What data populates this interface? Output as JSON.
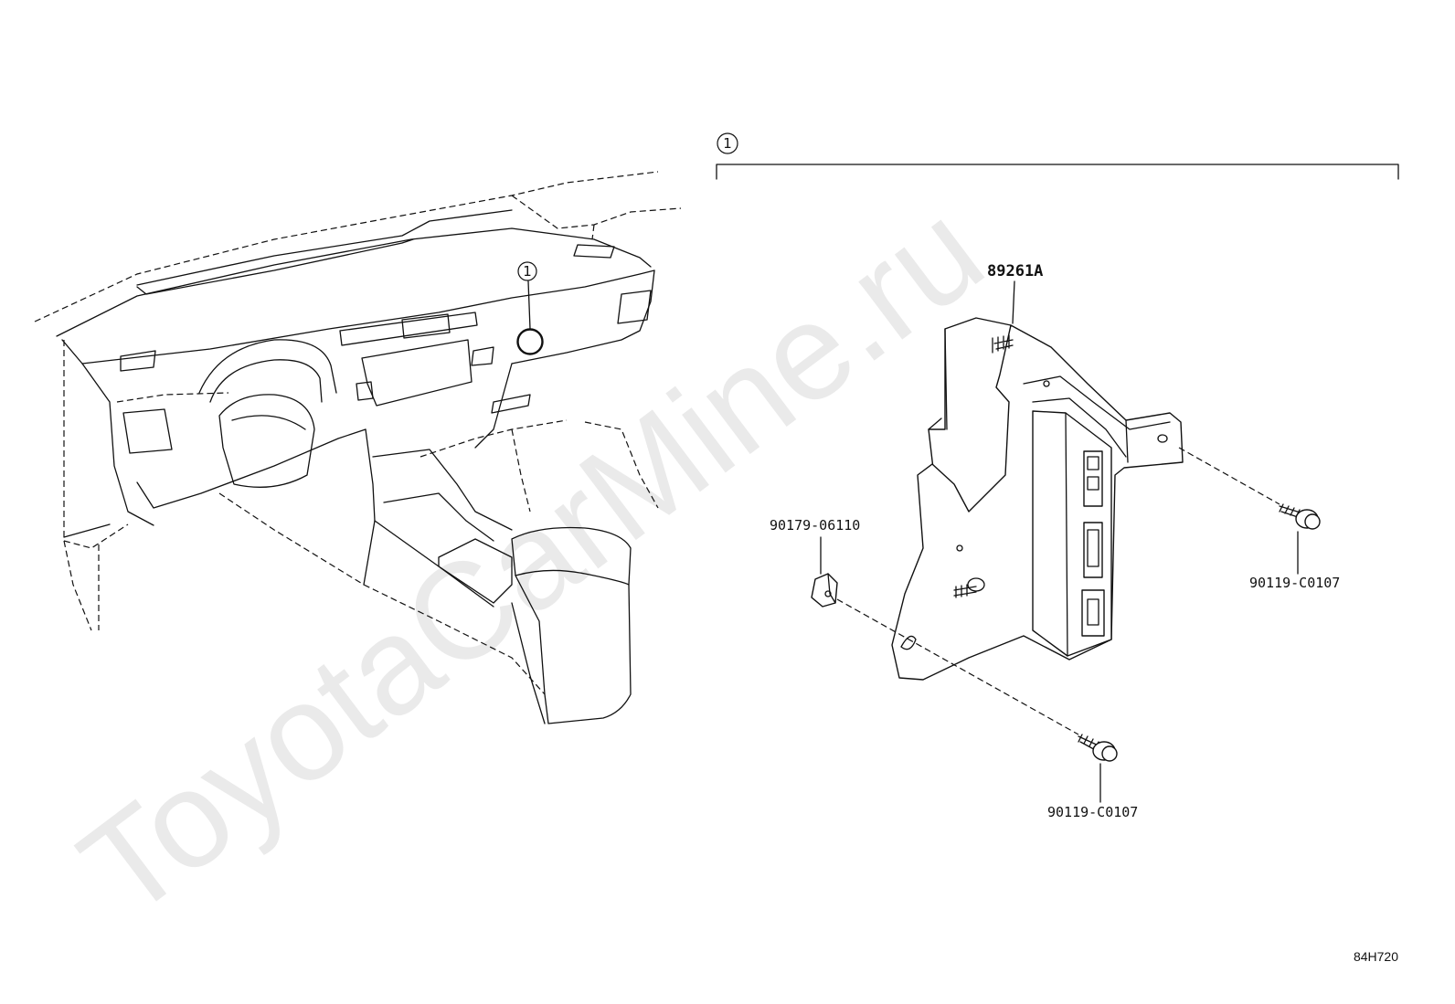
{
  "diagram": {
    "ref_marker": "1",
    "parts": {
      "ecu": "89261A",
      "nut": "90179-06110",
      "bolt_right": "90119-C0107",
      "bolt_bottom": "90119-C0107"
    },
    "code": "84H720",
    "watermark": "ToyotaCarMine.ru"
  }
}
